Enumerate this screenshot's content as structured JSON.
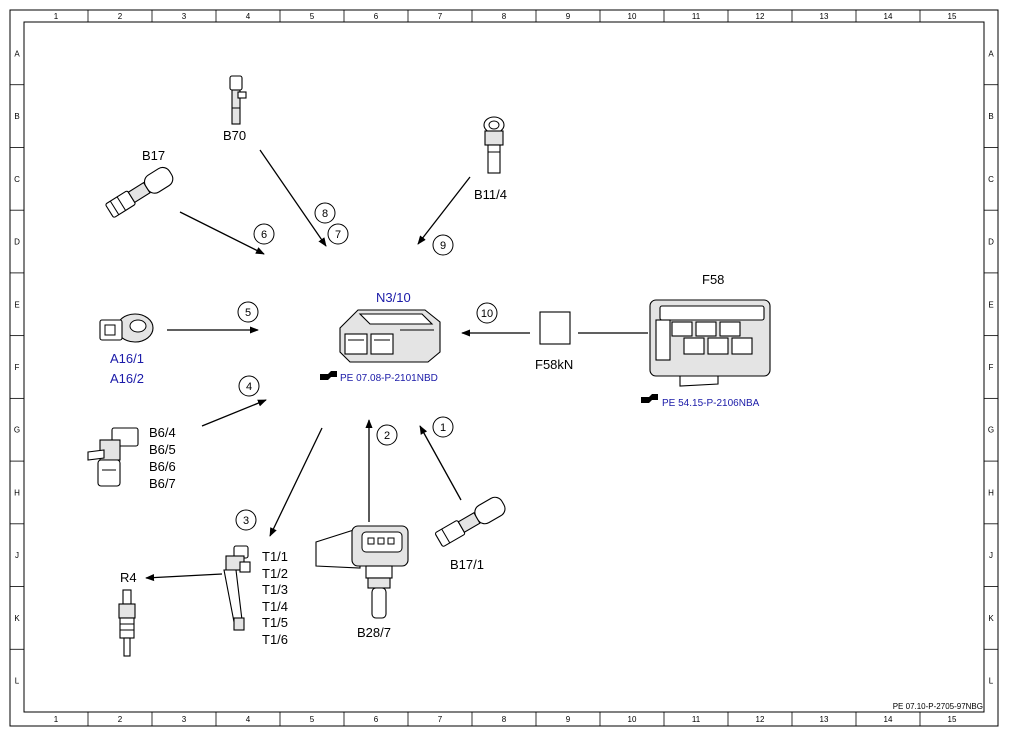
{
  "frame": {
    "columns": [
      "1",
      "2",
      "3",
      "4",
      "5",
      "6",
      "7",
      "8",
      "9",
      "10",
      "11",
      "12",
      "13",
      "14",
      "15"
    ],
    "rows": [
      "A",
      "B",
      "C",
      "D",
      "E",
      "F",
      "G",
      "H",
      "J",
      "K",
      "L"
    ]
  },
  "components": {
    "n3_10": {
      "label": "N3/10",
      "ref": "PE 07.08-P-2101NBD"
    },
    "f58": {
      "label": "F58",
      "ref": "PE 54.15-P-2106NBA"
    },
    "f58kn": {
      "label": "F58kN"
    },
    "b70": {
      "label": "B70"
    },
    "b17": {
      "label": "B17"
    },
    "b11_4": {
      "label": "B11/4"
    },
    "a16": {
      "labels": [
        "A16/1",
        "A16/2"
      ]
    },
    "b6": {
      "labels": [
        "B6/4",
        "B6/5",
        "B6/6",
        "B6/7"
      ]
    },
    "t1": {
      "labels": [
        "T1/1",
        "T1/2",
        "T1/3",
        "T1/4",
        "T1/5",
        "T1/6"
      ]
    },
    "r4": {
      "label": "R4"
    },
    "b28_7": {
      "label": "B28/7"
    },
    "b17_1": {
      "label": "B17/1"
    }
  },
  "callouts": [
    "1",
    "2",
    "3",
    "4",
    "5",
    "6",
    "7",
    "8",
    "9",
    "10"
  ],
  "drawing_id": "PE 07.10-P-2705-97NBG",
  "colors": {
    "line": "#000000",
    "link": "#1a1aa8",
    "fill": "#e4e4e4"
  }
}
